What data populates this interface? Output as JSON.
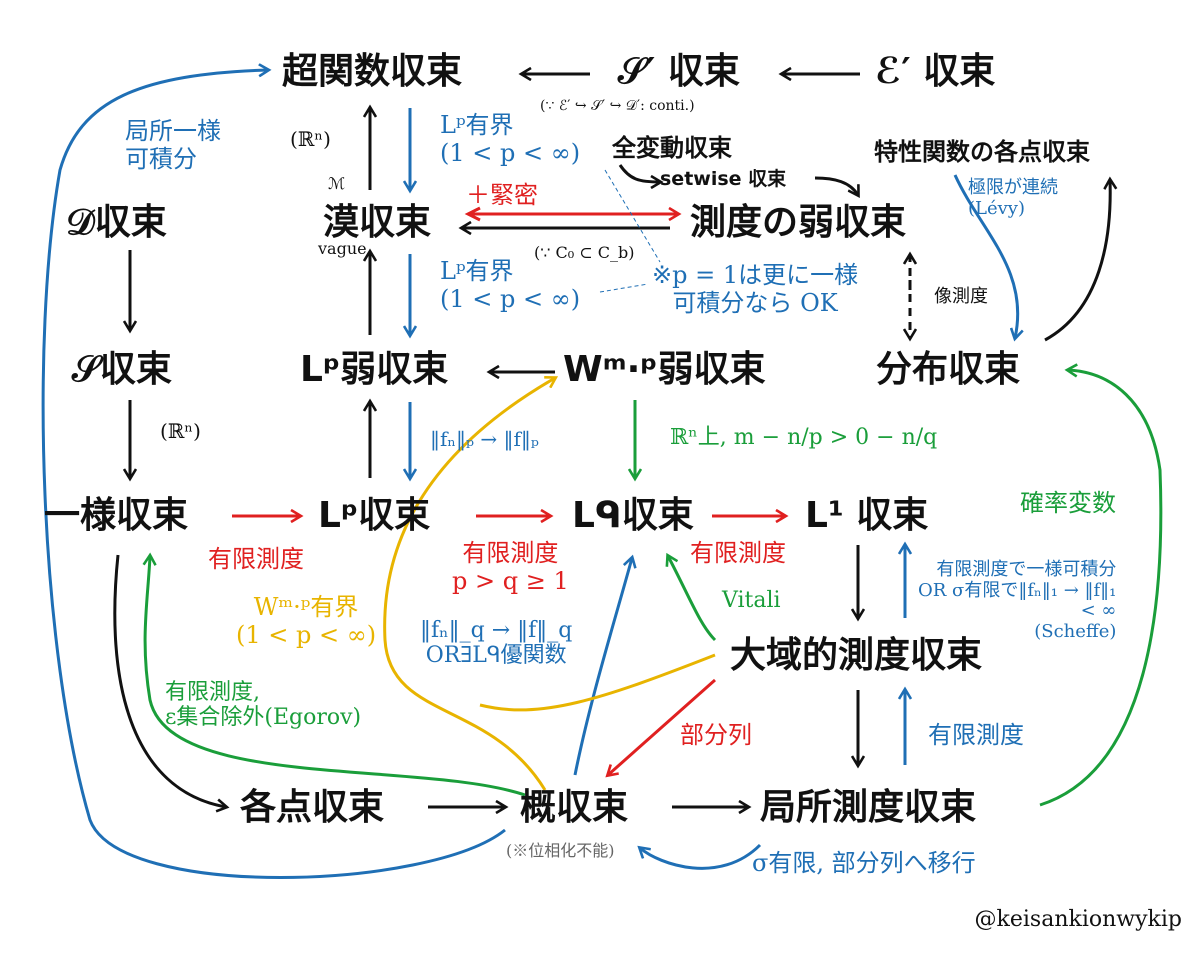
{
  "nodes": {
    "distribution_conv": "超関数収束",
    "sprime_conv": "𝒮′ 収束",
    "eprime_conv": "ℰ′ 収束",
    "D_conv": "𝒟収束",
    "vague_conv": "漠収束",
    "weak_measure_conv": "測度の弱収束",
    "S_conv": "𝒮収束",
    "Lp_weak_conv": "Lᵖ弱収束",
    "Wmp_weak_conv": "Wᵐ·ᵖ弱収束",
    "distribution_law_conv": "分布収束",
    "uniform_conv": "一様収束",
    "Lp_conv": "Lᵖ収束",
    "Lq_conv": "Lᑫ収束",
    "L1_conv": "L¹ 収束",
    "global_measure_conv": "大域的測度収束",
    "pointwise_conv": "各点収束",
    "ae_conv": "概収束",
    "local_measure_conv": "局所測度収束",
    "total_variation_conv": "全変動収束",
    "setwise_conv": "setwise 収束",
    "char_func_pointwise": "特性関数の各点収束"
  },
  "labels": {
    "local_uniform_integrable": "局所一様\n可積分",
    "Rn_1": "(ℝⁿ)",
    "Rn_2": "(ℝⁿ)",
    "M": "ℳ",
    "vague": "vague",
    "Lp_bounded_1": "Lᵖ有界\n(1 < p < ∞)",
    "conti_note": "(∵ ℰ′ ↪ 𝒮′ ↪ 𝒟′: conti.)",
    "tight": "＋緊密",
    "Cb_note": "(∵ C₀ ⊂ C_b)",
    "Lp_bounded_2": "Lᵖ有界\n(1 < p < ∞)",
    "p1_note": "※p = 1は更に一様\n可積分なら OK",
    "limit_continuous": "極限が連続\n(Lévy)",
    "image_measure": "像測度",
    "norm_conv_p": "‖fₙ‖ₚ → ‖f‖ₚ",
    "sobolev_cond": "ℝⁿ上, m − n/p > 0 − n/q",
    "random_variable": "確率変数",
    "finite_measure_1": "有限測度",
    "finite_measure_2": "有限測度\np > q ≥ 1",
    "finite_measure_3": "有限測度",
    "wmp_bounded": "Wᵐ·ᵖ有界\n(1 < p < ∞)",
    "norm_conv_q": "‖fₙ‖_q → ‖f‖_q\nOR∃Lᑫ優関数",
    "vitali": "Vitali",
    "l1_cond": "有限測度で一様可積分\nOR σ有限で‖fₙ‖₁ → ‖f‖₁\n< ∞\n(Scheffe)",
    "egorov": "有限測度,\nε集合除外(Egorov)",
    "subsequence": "部分列",
    "finite_measure_4": "有限測度",
    "not_topologizable": "(※位相化不能)",
    "sigma_finite": "σ有限, 部分列へ移行"
  },
  "handle": "@keisankionwykip",
  "colors": {
    "blue": "#1f6fb5",
    "red": "#e02020",
    "green": "#1a9e3a",
    "yellow": "#e8b400",
    "black": "#111111"
  }
}
